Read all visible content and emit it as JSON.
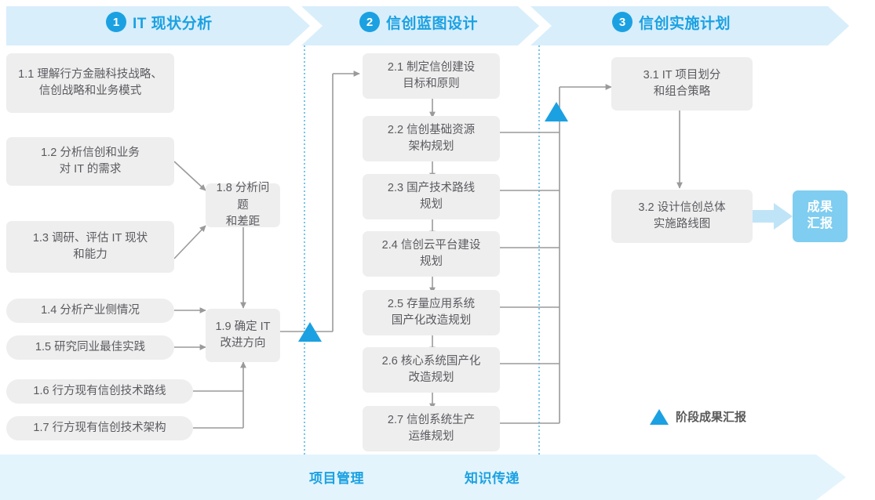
{
  "phases": [
    {
      "num": "1",
      "title": "IT 现状分析"
    },
    {
      "num": "2",
      "title": "信创蓝图设计"
    },
    {
      "num": "3",
      "title": "信创实施计划"
    }
  ],
  "nodes_phase1": [
    {
      "id": "1.1",
      "label": "1.1 理解行方金融科技战略、\n信创战略和业务模式"
    },
    {
      "id": "1.2",
      "label": "1.2 分析信创和业务\n对 IT 的需求"
    },
    {
      "id": "1.3",
      "label": "1.3 调研、评估 IT 现状\n和能力"
    },
    {
      "id": "1.4",
      "label": "1.4 分析产业侧情况"
    },
    {
      "id": "1.5",
      "label": "1.5 研究同业最佳实践"
    },
    {
      "id": "1.6",
      "label": "1.6 行方现有信创技术路线"
    },
    {
      "id": "1.7",
      "label": "1.7 行方现有信创技术架构"
    },
    {
      "id": "1.8",
      "label": "1.8 分析问题\n和差距"
    },
    {
      "id": "1.9",
      "label": "1.9 确定 IT\n改进方向"
    }
  ],
  "nodes_phase2": [
    {
      "id": "2.1",
      "label": "2.1 制定信创建设\n目标和原则"
    },
    {
      "id": "2.2",
      "label": "2.2 信创基础资源\n架构规划"
    },
    {
      "id": "2.3",
      "label": "2.3 国产技术路线\n规划"
    },
    {
      "id": "2.4",
      "label": "2.4 信创云平台建设\n规划"
    },
    {
      "id": "2.5",
      "label": "2.5 存量应用系统\n国产化改造规划"
    },
    {
      "id": "2.6",
      "label": "2.6 核心系统国产化\n改造规划"
    },
    {
      "id": "2.7",
      "label": "2.7 信创系统生产\n运维规划"
    }
  ],
  "nodes_phase3": [
    {
      "id": "3.1",
      "label": "3.1 IT 项目划分\n和组合策略"
    },
    {
      "id": "3.2",
      "label": "3.2 设计信创总体\n实施路线图"
    }
  ],
  "deliverable": {
    "label": "成果\n汇报"
  },
  "legend": {
    "label": "阶段成果汇报",
    "icon": "triangle-up-icon"
  },
  "lanes": [
    {
      "label": "项目管理"
    },
    {
      "label": "知识传递"
    }
  ],
  "colors": {
    "accent": "#1ba1e2",
    "banner_fill": "#d8eefb",
    "lane_fill": "#e3f4fc",
    "node_fill": "#eeeeee",
    "node_text": "#5a5a60",
    "deliverable_fill": "#7fcdf0",
    "wire": "#9a9a9a",
    "divider": "#3aaee0"
  }
}
